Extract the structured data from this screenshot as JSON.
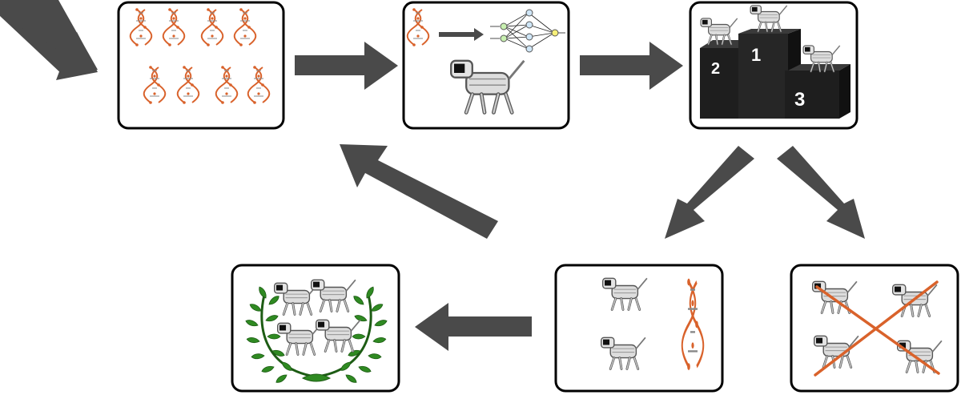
{
  "diagram": {
    "podium_places": [
      "1",
      "2",
      "3"
    ]
  },
  "colors": {
    "arrow": "#4a4a4a",
    "panel_border": "#000000",
    "dna_strand": "#d9622b",
    "dna_rung": "#888888",
    "podium": "#1e1e1e",
    "cross": "#d9622b",
    "laurel": "#2f8a22",
    "nn_input_node": "#c8f0b0",
    "nn_hidden_node": "#cfe6f7",
    "nn_output_node": "#f7f07a"
  }
}
